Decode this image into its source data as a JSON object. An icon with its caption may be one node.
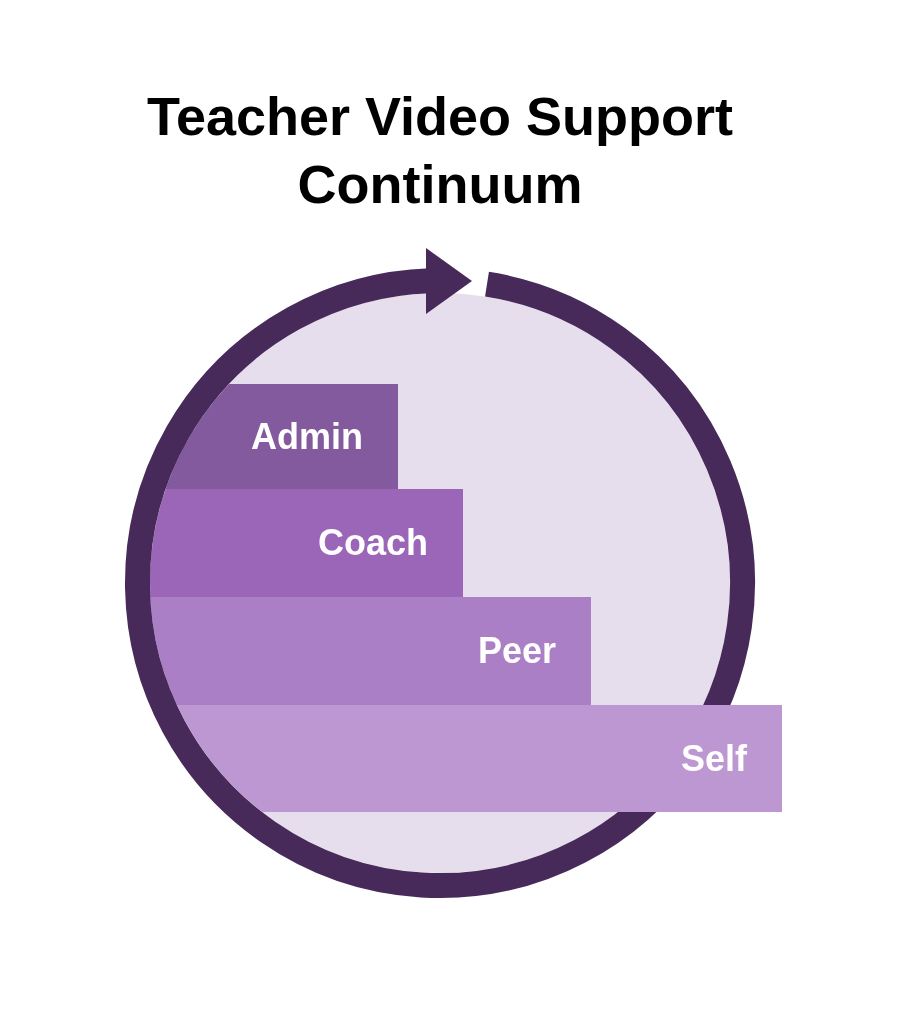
{
  "diagram": {
    "title": "Teacher Video Support Continuum",
    "nodes": [
      {
        "text": [],
        "shape": "circle"
      },
      {
        "text": [
          "Admin"
        ],
        "in": 0
      },
      {
        "text": [
          "Coach"
        ],
        "in": 0
      },
      {
        "text": [
          "Peer"
        ],
        "in": 0
      },
      {
        "text": [
          "Self"
        ]
      }
    ]
  }
}
